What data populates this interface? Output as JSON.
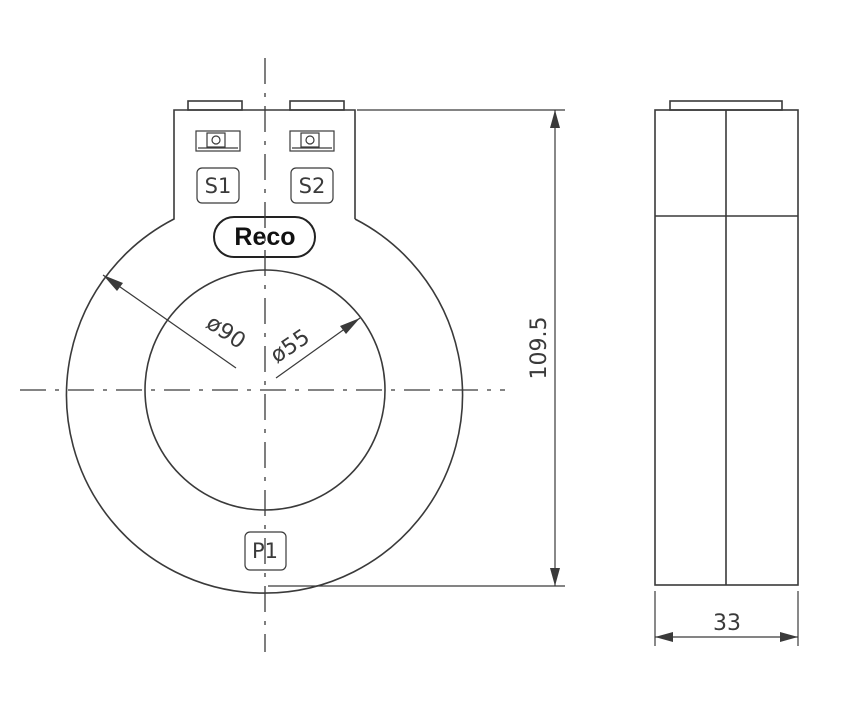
{
  "brand": "Reco",
  "terminals": {
    "s1": "S1",
    "s2": "S2",
    "p1": "P1"
  },
  "dimensions": {
    "outer_diameter": "ø90",
    "inner_diameter": "ø55",
    "height": "109.5",
    "width": "33"
  }
}
